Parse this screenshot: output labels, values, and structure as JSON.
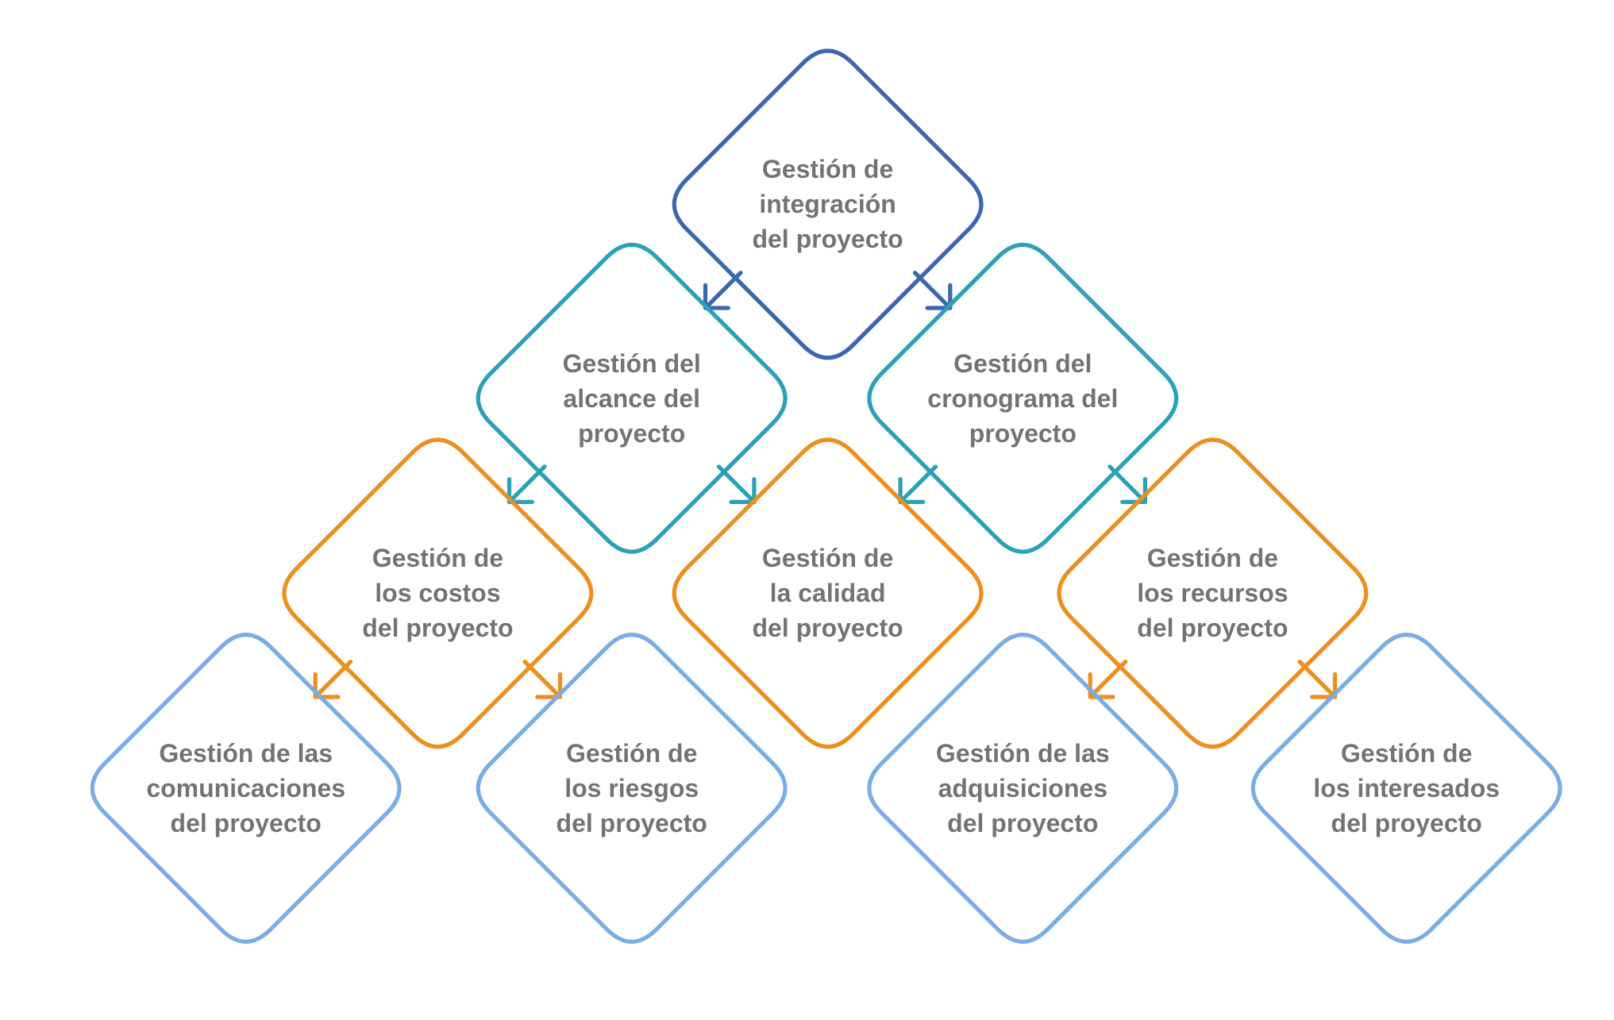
{
  "colors": {
    "integration": "#3b67b0",
    "second_row": "#2aa1b9",
    "third_row": "#ee8e1c",
    "fourth_row": "#79ade3",
    "text": "#737373"
  },
  "nodes": [
    {
      "id": "integracion",
      "color_key": "integration",
      "lines": [
        "Gestión de",
        "integración",
        "del proyecto"
      ]
    },
    {
      "id": "alcance",
      "color_key": "second_row",
      "lines": [
        "Gestión del",
        "alcance del",
        "proyecto"
      ]
    },
    {
      "id": "cronograma",
      "color_key": "second_row",
      "lines": [
        "Gestión del",
        "cronograma del",
        "proyecto"
      ]
    },
    {
      "id": "costos",
      "color_key": "third_row",
      "lines": [
        "Gestión de",
        "los costos",
        "del proyecto"
      ]
    },
    {
      "id": "calidad",
      "color_key": "third_row",
      "lines": [
        "Gestión de",
        "la calidad",
        "del proyecto"
      ]
    },
    {
      "id": "recursos",
      "color_key": "third_row",
      "lines": [
        "Gestión de",
        "los recursos",
        "del proyecto"
      ]
    },
    {
      "id": "comunicaciones",
      "color_key": "fourth_row",
      "lines": [
        "Gestión de las",
        "comunicaciones",
        "del proyecto"
      ]
    },
    {
      "id": "riesgos",
      "color_key": "fourth_row",
      "lines": [
        "Gestión de",
        "los riesgos",
        "del proyecto"
      ]
    },
    {
      "id": "adquisiciones",
      "color_key": "fourth_row",
      "lines": [
        "Gestión de las",
        "adquisiciones",
        "del proyecto"
      ]
    },
    {
      "id": "interesados",
      "color_key": "fourth_row",
      "lines": [
        "Gestión de",
        "los interesados",
        "del proyecto"
      ]
    }
  ],
  "edges": [
    {
      "from": "integracion",
      "to": "alcance"
    },
    {
      "from": "integracion",
      "to": "cronograma"
    },
    {
      "from": "alcance",
      "to": "costos"
    },
    {
      "from": "alcance",
      "to": "calidad"
    },
    {
      "from": "cronograma",
      "to": "calidad"
    },
    {
      "from": "cronograma",
      "to": "recursos"
    },
    {
      "from": "costos",
      "to": "comunicaciones"
    },
    {
      "from": "costos",
      "to": "riesgos"
    },
    {
      "from": "recursos",
      "to": "adquisiciones"
    },
    {
      "from": "recursos",
      "to": "interesados"
    }
  ]
}
